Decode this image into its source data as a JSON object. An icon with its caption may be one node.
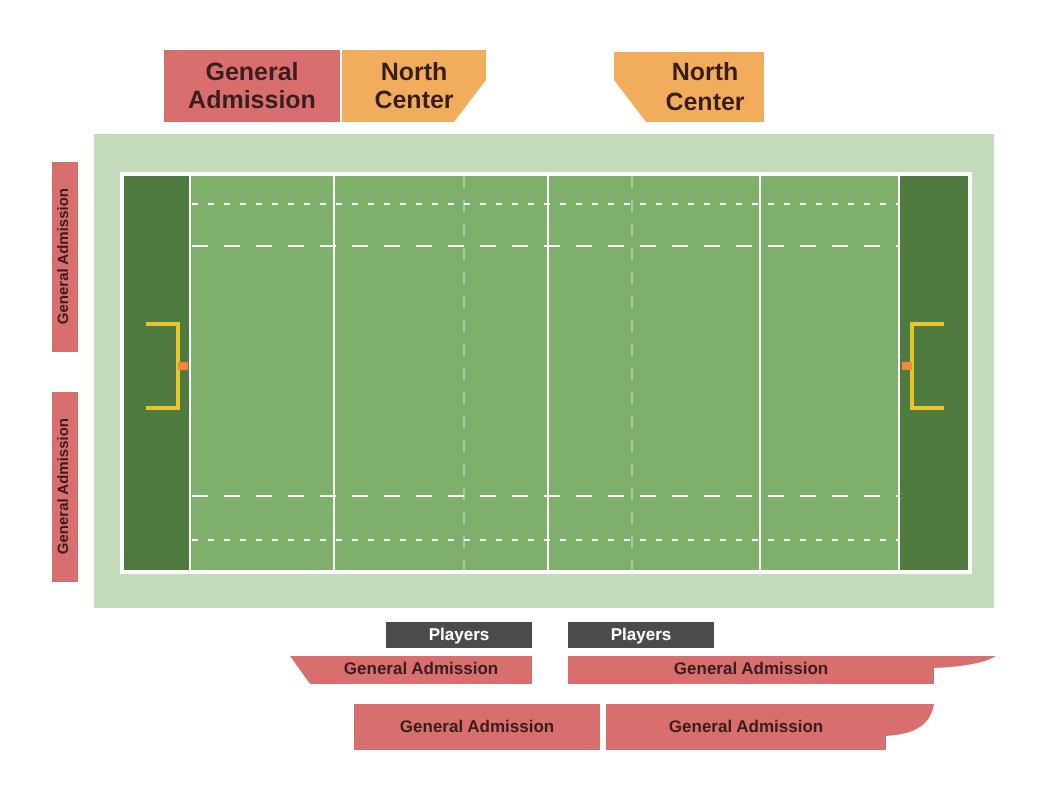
{
  "diagram": {
    "nodes": [
      {
        "text": [
          "General Admission"
        ]
      },
      {
        "text": [
          "North Center"
        ]
      },
      {
        "text": [
          "North Center"
        ]
      },
      {
        "text": [
          "General Admission"
        ]
      },
      {
        "text": [
          "General Admission"
        ]
      },
      {
        "text": [
          "Players"
        ]
      },
      {
        "text": [
          "Players"
        ]
      },
      {
        "text": [
          "General Admission"
        ]
      },
      {
        "text": [
          "General Admission"
        ]
      },
      {
        "text": [
          "General Admission"
        ]
      },
      {
        "text": [
          "General Admission"
        ]
      }
    ]
  }
}
